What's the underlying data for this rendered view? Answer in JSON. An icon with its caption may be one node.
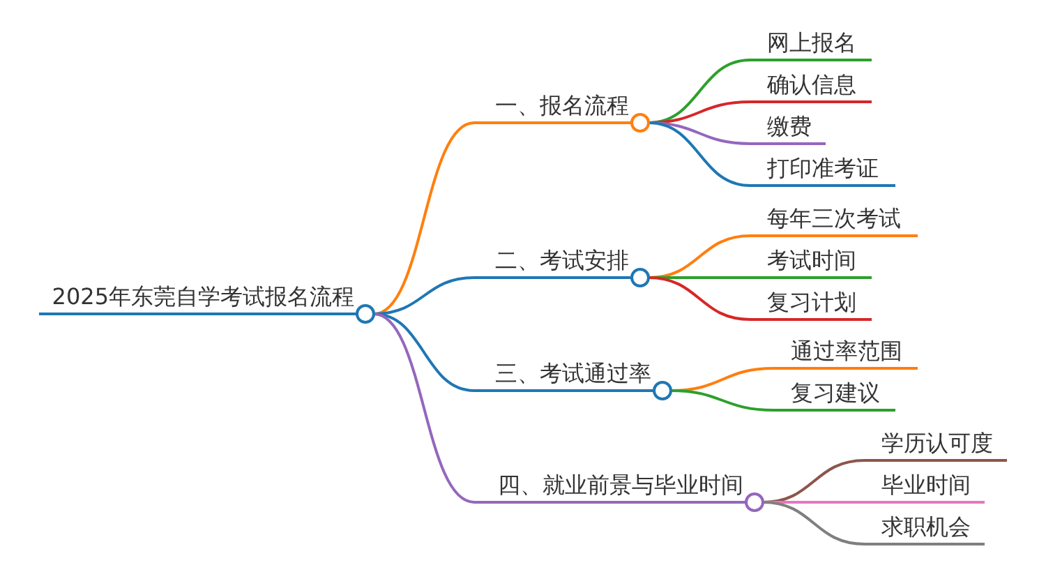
{
  "diagram": {
    "nodes": [
      {
        "text": [
          "2025年东莞自学考试报名流程"
        ]
      },
      {
        "text": [
          "一、报名流程"
        ]
      },
      {
        "text": [
          "网上报名"
        ]
      },
      {
        "text": [
          "确认信息"
        ]
      },
      {
        "text": [
          "缴费"
        ]
      },
      {
        "text": [
          "打印准考证"
        ]
      },
      {
        "text": [
          "二、考试安排"
        ]
      },
      {
        "text": [
          "每年三次考试"
        ]
      },
      {
        "text": [
          "考试时间"
        ]
      },
      {
        "text": [
          "复习计划"
        ]
      },
      {
        "text": [
          "三、考试通过率"
        ]
      },
      {
        "text": [
          "通过率范围"
        ]
      },
      {
        "text": [
          "复习建议"
        ]
      },
      {
        "text": [
          "四、就业前景与毕业时间"
        ]
      },
      {
        "text": [
          "学历认可度"
        ]
      },
      {
        "text": [
          "毕业时间"
        ]
      },
      {
        "text": [
          "求职机会"
        ]
      }
    ],
    "edges": [
      {
        "from": 0,
        "to": 1,
        "arrow": "none",
        "color": "#ff7f0e"
      },
      {
        "from": 1,
        "to": 2,
        "arrow": "none",
        "color": "#2ca02c"
      },
      {
        "from": 1,
        "to": 3,
        "arrow": "none",
        "color": "#d62728"
      },
      {
        "from": 1,
        "to": 4,
        "arrow": "none",
        "color": "#9467bd"
      },
      {
        "from": 1,
        "to": 5,
        "arrow": "none",
        "color": "#1f77b4"
      },
      {
        "from": 0,
        "to": 6,
        "arrow": "none",
        "color": "#1f77b4"
      },
      {
        "from": 6,
        "to": 7,
        "arrow": "none",
        "color": "#ff7f0e"
      },
      {
        "from": 6,
        "to": 8,
        "arrow": "none",
        "color": "#2ca02c"
      },
      {
        "from": 6,
        "to": 9,
        "arrow": "none",
        "color": "#d62728"
      },
      {
        "from": 0,
        "to": 10,
        "arrow": "none",
        "color": "#1f77b4"
      },
      {
        "from": 10,
        "to": 11,
        "arrow": "none",
        "color": "#ff7f0e"
      },
      {
        "from": 10,
        "to": 12,
        "arrow": "none",
        "color": "#2ca02c"
      },
      {
        "from": 0,
        "to": 13,
        "arrow": "none",
        "color": "#9467bd"
      },
      {
        "from": 13,
        "to": 14,
        "arrow": "none",
        "color": "#8c564b"
      },
      {
        "from": 13,
        "to": 15,
        "arrow": "none",
        "color": "#e377c2"
      },
      {
        "from": 13,
        "to": 16,
        "arrow": "none",
        "color": "#7f7f7f"
      }
    ]
  }
}
